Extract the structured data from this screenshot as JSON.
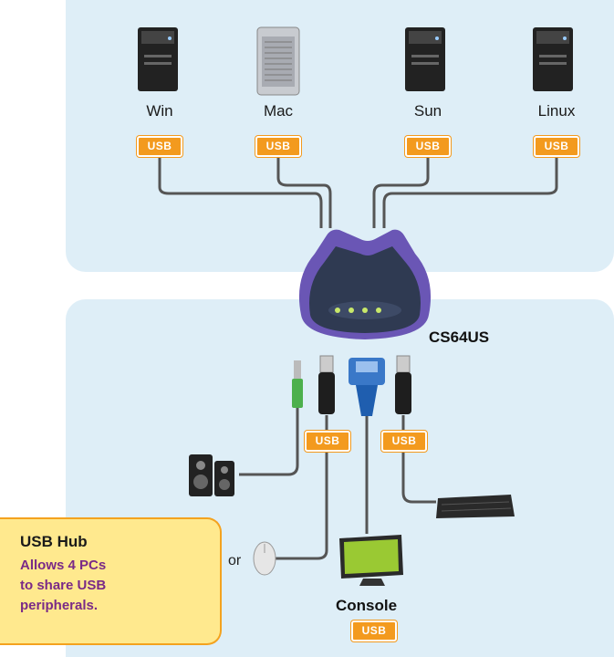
{
  "computers": [
    {
      "label": "Win"
    },
    {
      "label": "Mac"
    },
    {
      "label": "Sun"
    },
    {
      "label": "Linux"
    }
  ],
  "usb_tag": "USB",
  "device_name": "CS64US",
  "or_label": "or",
  "console_label": "Console",
  "hub": {
    "title": "USB Hub",
    "lines": [
      "Allows 4 PCs",
      "to share USB",
      "peripherals."
    ]
  },
  "colors": {
    "panel": "#deeef7",
    "usb_tag": "#f39a1e",
    "kvm_body": "#2f3a52",
    "kvm_accent": "#6a56b5",
    "hub_box": "#ffe98e",
    "hub_text": "#7a2a87"
  }
}
